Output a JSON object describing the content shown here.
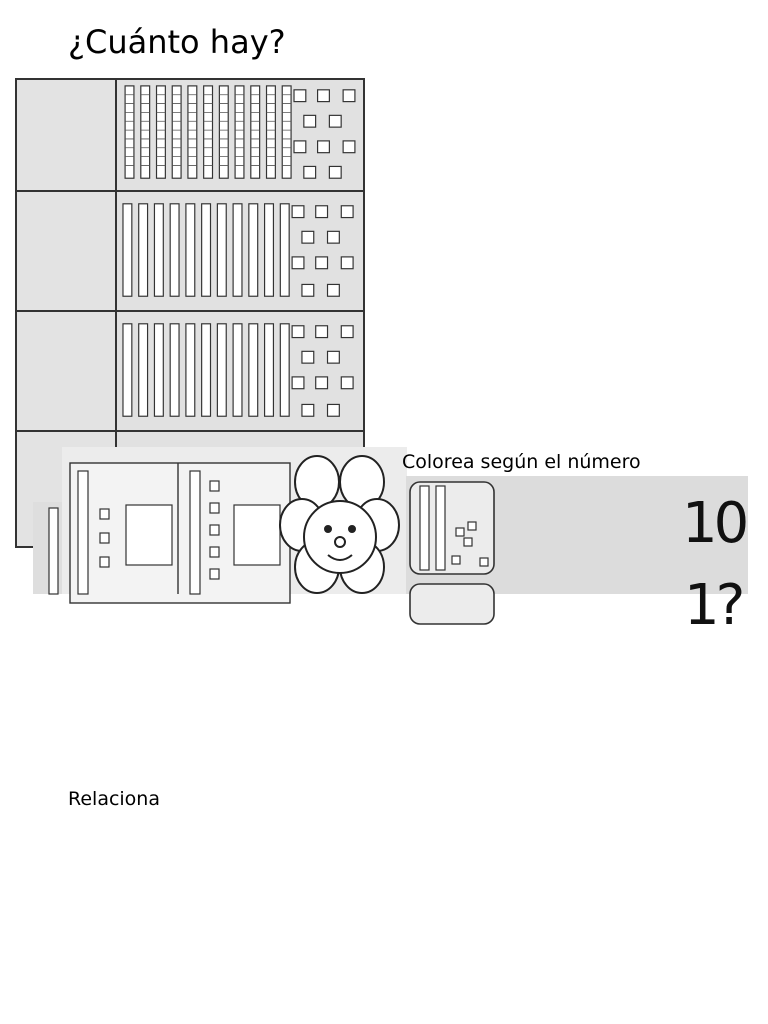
{
  "sections": {
    "cuanto_hay": {
      "title": "¿Cuánto hay?"
    },
    "colorea": {
      "title": "Colorea según el número",
      "numbers": [
        "10",
        "1?"
      ]
    },
    "relaciona": {
      "title": "Relaciona"
    }
  },
  "colors": {
    "page": "#ffffff",
    "worksheet_gray": "#e1e1e1",
    "line": "#333333"
  },
  "icons": [
    "tens-rod-icon",
    "unit-cube-icon",
    "flower-icon"
  ]
}
